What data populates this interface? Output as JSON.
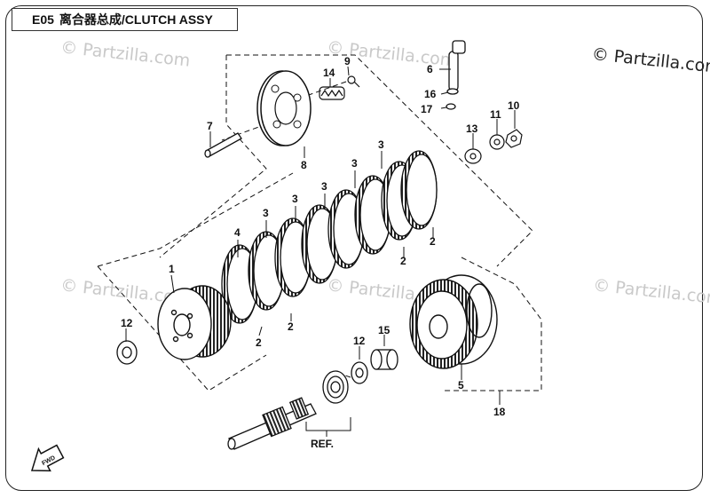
{
  "header": {
    "code": "E05",
    "title": "离合器总成/CLUTCH ASSY"
  },
  "watermarks": {
    "main": "© Partzilla.com",
    "faint": "© Partzilla.com"
  },
  "callouts": {
    "p1": "1",
    "p2a": "2",
    "p2b": "2",
    "p2c": "2",
    "p2d": "2",
    "p3a": "3",
    "p3b": "3",
    "p3c": "3",
    "p3d": "3",
    "p3e": "3",
    "p4": "4",
    "p5": "5",
    "p6": "6",
    "p7": "7",
    "p8": "8",
    "p9": "9",
    "p10": "10",
    "p11": "11",
    "p12a": "12",
    "p12b": "12",
    "p13": "13",
    "p14": "14",
    "p15": "15",
    "p16": "16",
    "p17": "17",
    "p18": "18"
  },
  "ref_label": "REF.",
  "fwd_label": "FWD",
  "colors": {
    "line": "#111111",
    "watermark_faint": "#c9c9c9"
  }
}
